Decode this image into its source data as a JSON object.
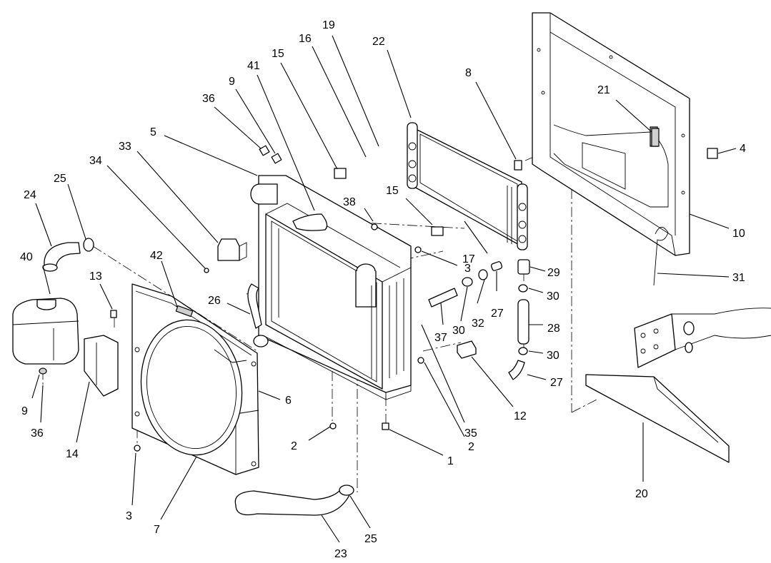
{
  "callouts": [
    {
      "id": "c19",
      "label": "19"
    },
    {
      "id": "c22",
      "label": "22"
    },
    {
      "id": "c16",
      "label": "16"
    },
    {
      "id": "c15a",
      "label": "15"
    },
    {
      "id": "c41",
      "label": "41"
    },
    {
      "id": "c9a",
      "label": "9"
    },
    {
      "id": "c36a",
      "label": "36"
    },
    {
      "id": "c8",
      "label": "8"
    },
    {
      "id": "c21",
      "label": "21"
    },
    {
      "id": "c4",
      "label": "4"
    },
    {
      "id": "c5",
      "label": "5"
    },
    {
      "id": "c33",
      "label": "33"
    },
    {
      "id": "c34",
      "label": "34"
    },
    {
      "id": "c25a",
      "label": "25"
    },
    {
      "id": "c24",
      "label": "24"
    },
    {
      "id": "c38",
      "label": "38"
    },
    {
      "id": "c15b",
      "label": "15"
    },
    {
      "id": "c10",
      "label": "10"
    },
    {
      "id": "c17",
      "label": "17"
    },
    {
      "id": "c3a",
      "label": "3"
    },
    {
      "id": "c29",
      "label": "29"
    },
    {
      "id": "c31",
      "label": "31"
    },
    {
      "id": "c40",
      "label": "40"
    },
    {
      "id": "c42",
      "label": "42"
    },
    {
      "id": "c13",
      "label": "13"
    },
    {
      "id": "c26",
      "label": "26"
    },
    {
      "id": "c30a",
      "label": "30"
    },
    {
      "id": "c27a",
      "label": "27"
    },
    {
      "id": "c32",
      "label": "32"
    },
    {
      "id": "c30b",
      "label": "30"
    },
    {
      "id": "c37",
      "label": "37"
    },
    {
      "id": "c28",
      "label": "28"
    },
    {
      "id": "c30c",
      "label": "30"
    },
    {
      "id": "c12",
      "label": "12"
    },
    {
      "id": "c27b",
      "label": "27"
    },
    {
      "id": "c6",
      "label": "6"
    },
    {
      "id": "c9b",
      "label": "9"
    },
    {
      "id": "c36b",
      "label": "36"
    },
    {
      "id": "c14",
      "label": "14"
    },
    {
      "id": "c2a",
      "label": "2"
    },
    {
      "id": "c2b",
      "label": "2"
    },
    {
      "id": "c35",
      "label": "35"
    },
    {
      "id": "c1",
      "label": "1"
    },
    {
      "id": "c20",
      "label": "20"
    },
    {
      "id": "c3b",
      "label": "3"
    },
    {
      "id": "c7",
      "label": "7"
    },
    {
      "id": "c25b",
      "label": "25"
    },
    {
      "id": "c23",
      "label": "23"
    }
  ]
}
